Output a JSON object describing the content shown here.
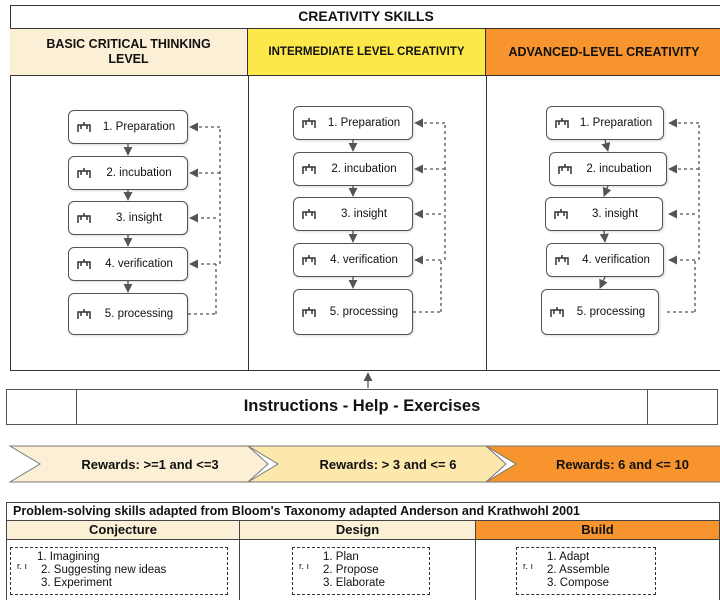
{
  "title": "CREATIVITY SKILLS",
  "colors": {
    "basic": "#fbf0d6",
    "intermediate": "#fde84a",
    "advanced": "#f7942d"
  },
  "columns": [
    {
      "header": "BASIC CRITICAL THINKING LEVEL",
      "header_lines": [
        "BASIC CRITICAL THINKING",
        "LEVEL"
      ]
    },
    {
      "header": "INTERMEDIATE LEVEL CREATIVITY"
    },
    {
      "header": "ADVANCED-LEVEL CREATIVITY"
    }
  ],
  "steps": [
    "1. Preparation",
    "2. incubation",
    "3. insight",
    "4. verification",
    "5. processing"
  ],
  "step_icon": "pin-icon",
  "instructions": "Instructions  -  Help  -  Exercises",
  "rewards": [
    "Rewards: >=1 and <=3",
    "Rewards: > 3 and <= 6",
    "Rewards: 6 and <= 10"
  ],
  "problem_solving": {
    "title": "Problem-solving skills  adapted from Bloom's Taxonomy adapted Anderson and Krathwohl 2001",
    "columns": [
      {
        "header": "Conjecture",
        "items": [
          "1. Imagining",
          "2. Suggesting new ideas",
          "3. Experiment"
        ]
      },
      {
        "header": "Design",
        "items": [
          "1. Plan",
          "2. Propose",
          "3. Elaborate"
        ]
      },
      {
        "header": "Build",
        "items": [
          "1. Adapt",
          "2. Assemble",
          "3. Compose"
        ]
      }
    ]
  }
}
